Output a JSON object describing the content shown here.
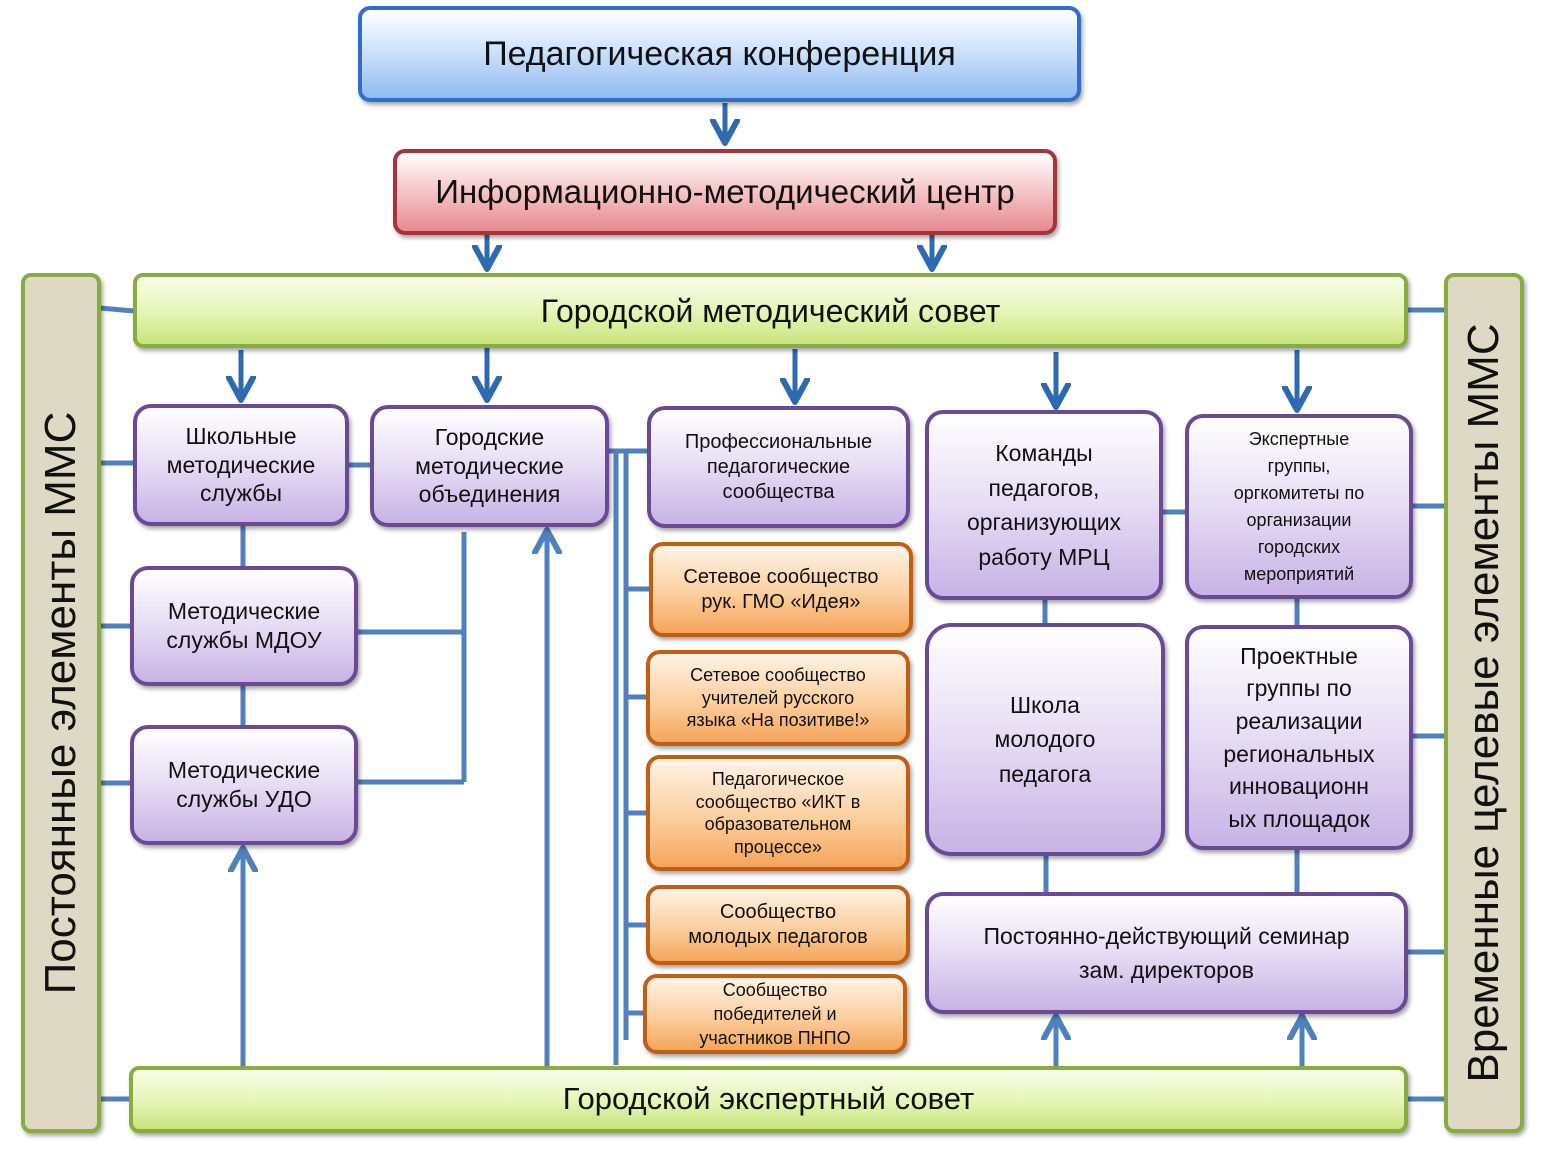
{
  "colors": {
    "line": "#4f81bd",
    "arrow": "#2e6ab0",
    "blue_border": "#2f6fc9",
    "red_border": "#a3343a",
    "green_border": "#8aab3f",
    "purple_border": "#6a4a95",
    "orange_border": "#c05f14",
    "side_fill": "#ddd9c4"
  },
  "top": {
    "conference": "Педагогическая конференция",
    "imc": "Информационно-методический центр",
    "council": "Городской методический совет",
    "expert_council": "Городской экспертный совет"
  },
  "side": {
    "left": "Постоянные элементы ММС",
    "right": "Временные целевые элементы ММС"
  },
  "left_column": {
    "school_services": [
      "Школьные",
      "методические",
      "службы"
    ],
    "mdou_services": [
      "Методические",
      "службы МДОУ"
    ],
    "udo_services": [
      "Методические",
      "службы УДО"
    ]
  },
  "second_column": {
    "city_associations": [
      "Городские",
      "методические",
      "объединения"
    ]
  },
  "middle_column": {
    "professional_communities": [
      "Профессиональные",
      "педагогические",
      "сообщества"
    ],
    "communities": [
      [
        "Сетевое сообщество",
        "рук. ГМО «Идея»"
      ],
      [
        "Сетевое сообщество",
        "учителей русского",
        "языка «На позитиве!»"
      ],
      [
        "Педагогическое",
        "сообщество «ИКТ в",
        "образовательном",
        "процессе»"
      ],
      [
        "Сообщество",
        "молодых педагогов"
      ],
      [
        "Сообщество",
        "победителей и",
        "участников ПНПО"
      ]
    ]
  },
  "right_area": {
    "teams": [
      "Команды",
      "педагогов,",
      "организующих",
      "работу МРЦ"
    ],
    "expert_groups": [
      "Экспертные",
      "группы,",
      "оргкомитеты по",
      "организации",
      "городских",
      "мероприятий"
    ],
    "young_teacher_school": [
      "Школа",
      "молодого",
      "педагога"
    ],
    "project_groups": [
      "Проектные",
      "группы по",
      "реализации",
      "региональных",
      "инновационн",
      "ых площадок"
    ],
    "seminar": [
      "Постоянно-действующий семинар",
      "зам. директоров"
    ]
  }
}
